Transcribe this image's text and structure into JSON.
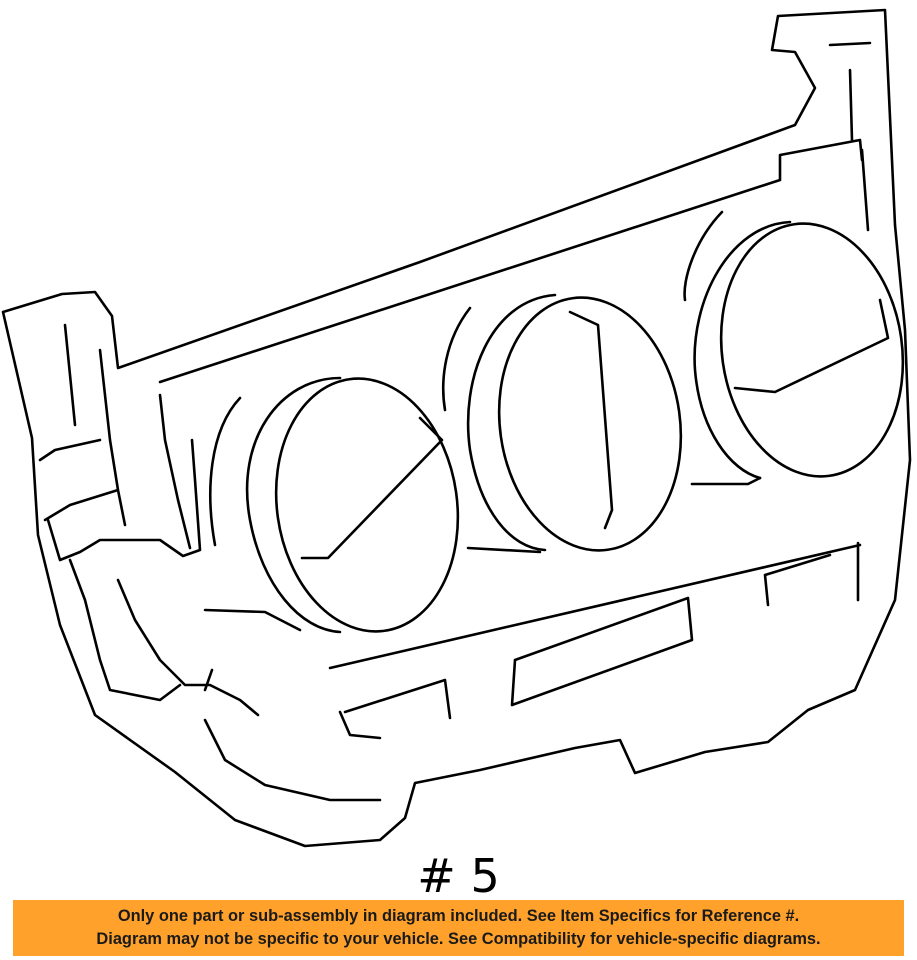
{
  "diagram": {
    "part_number_label": "# 5"
  },
  "notice": {
    "line1": "Only one part or sub-assembly in diagram included. See Item Specifics for Reference #.",
    "line2": "Diagram may not be specific to your vehicle. See Compatibility for vehicle-specific diagrams.",
    "background_color": "#ffa12a"
  }
}
